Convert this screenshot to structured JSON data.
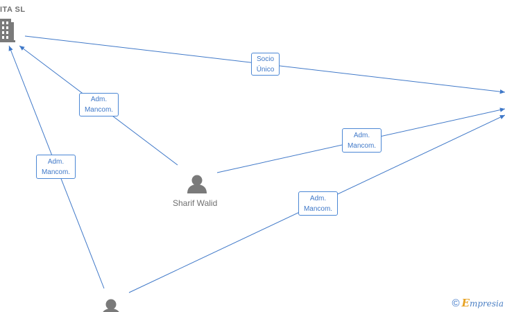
{
  "nodes": {
    "company": {
      "label": "ITA  SL",
      "icon": "building-icon"
    },
    "person_sharif": {
      "label": "Sharif Walid",
      "icon": "person-icon"
    },
    "person_bottom": {
      "label": "",
      "icon": "person-icon"
    }
  },
  "edges": [
    {
      "id": "socio",
      "line1": "Socio",
      "line2": "Único"
    },
    {
      "id": "adm_sharif_company",
      "line1": "Adm.",
      "line2": "Mancom."
    },
    {
      "id": "adm_bottom_company",
      "line1": "Adm.",
      "line2": "Mancom."
    },
    {
      "id": "adm_sharif_right",
      "line1": "Adm.",
      "line2": "Mancom."
    },
    {
      "id": "adm_bottom_right",
      "line1": "Adm.",
      "line2": "Mancom."
    }
  ],
  "colors": {
    "edge": "#3f78c8",
    "icon": "#7a7a7a",
    "brand_e": "#e7a221"
  },
  "watermark": {
    "copyright": "©",
    "brand_initial": "E",
    "brand_rest": "mpresia"
  }
}
